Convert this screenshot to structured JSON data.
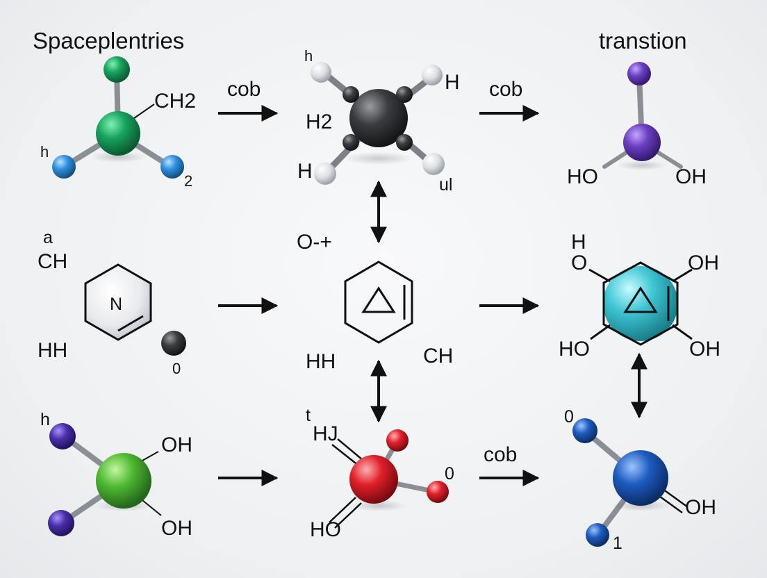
{
  "labels": {
    "title_left": "Spaceplentries",
    "title_right": "transtion",
    "arrow_top_left": "cob",
    "arrow_top_right": "cob",
    "arrow_bottom_right": "cob",
    "m1_h": "h",
    "m1_ch2": "CH2",
    "m1_2": "2",
    "m2_h_small": "h",
    "m2_H_right": "H",
    "m2_H2": "H2",
    "m2_H_bl": "H",
    "m2_ul": "ul",
    "m3_HO": "HO",
    "m3_OH": "OH",
    "m4_a": "a",
    "m4_CH": "CH",
    "m4_N": "N",
    "m4_HH": "HH",
    "m4_0": "0",
    "mid_O": "O-+",
    "m5_HH": "HH",
    "m5_CH": "CH",
    "m6_H": "H",
    "m6_O_tl": "O",
    "m6_OH_tr": "OH",
    "m6_HO_bl": "HO",
    "m6_OH_br": "OH",
    "m7_h": "h",
    "m7_OH_top": "OH",
    "m7_OH_bot": "OH",
    "m8_t": "t",
    "m8_HJ": "HJ",
    "m8_0": "0",
    "m8_HO": "HO",
    "m9_0": "0",
    "m9_OH": "OH",
    "m9_1": "1"
  },
  "colors": {
    "green_atom": "#17a35c",
    "blue_atom": "#2f8fe0",
    "dark_atom": "#3a3c40",
    "white_atom": "#dcdfe3",
    "purple_atom": "#6a3fc0",
    "cyan_ring": "#3fc6d4",
    "lime_atom": "#4fb832",
    "indigo_atom": "#4a2fa8",
    "red_atom": "#e0202a",
    "royal_blue": "#1e5cc0"
  }
}
